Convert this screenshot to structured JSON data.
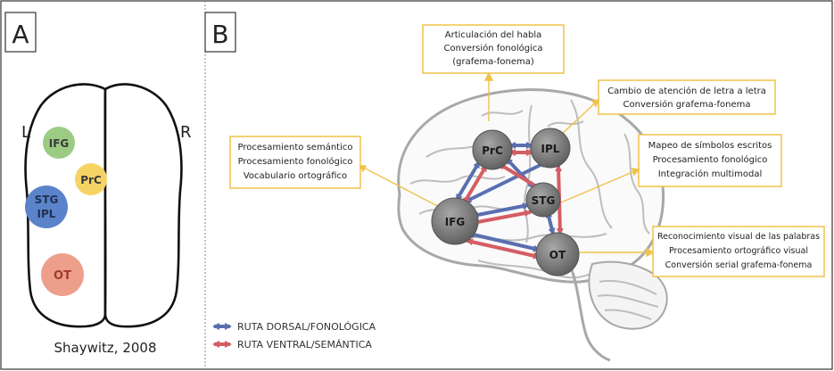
{
  "panel_a": {
    "letter": "A",
    "left_label": "L",
    "right_label": "R",
    "regions": [
      {
        "label": "IFG",
        "fill": "#9ccc84",
        "text_color": "#3a3a3a"
      },
      {
        "label": "PrC",
        "fill": "#f6d365",
        "text_color": "#3a3a3a"
      },
      {
        "label": "STG",
        "fill": "#5b83c9",
        "text_color": "#1f2f55"
      },
      {
        "label": "IPL",
        "fill": "#5b83c9",
        "text_color": "#1f2f55"
      },
      {
        "label": "OT",
        "fill": "#ee9f8b",
        "text_color": "#a33a2a"
      }
    ],
    "citation": "Shaywitz, 2008"
  },
  "panel_b": {
    "letter": "B",
    "nodes": [
      "PrC",
      "IPL",
      "STG",
      "IFG",
      "OT"
    ],
    "callouts": [
      {
        "lines": [
          "Articulación del habla",
          "Conversión fonológica",
          "(grafema-fonema)"
        ]
      },
      {
        "lines": [
          "Cambio de atención de letra a letra",
          "Conversión grafema-fonema"
        ]
      },
      {
        "lines": [
          "Procesamiento semántico",
          "Procesamiento fonológico",
          "Vocabulario ortográfico"
        ]
      },
      {
        "lines": [
          "Mapeo de símbolos escritos",
          "Procesamiento fonológico",
          "Integración multimodal"
        ]
      },
      {
        "lines": [
          "Reconocimiento visual de las palabras",
          "Procesamiento ortográfico visual",
          "Conversión serial grafema-fonema"
        ]
      }
    ],
    "legend": [
      {
        "label": "RUTA DORSAL/FONOLÓGICA",
        "color": "#5a6fb0"
      },
      {
        "label": "RUTA VENTRAL/SEMÁNTICA",
        "color": "#d45d63"
      }
    ]
  },
  "colors": {
    "callout_border": "#f0c24a",
    "leader": "#f0c24a",
    "node_fill": "#7a7a7a",
    "dorsal": "#5a6fb0",
    "ventral": "#d45d63"
  }
}
